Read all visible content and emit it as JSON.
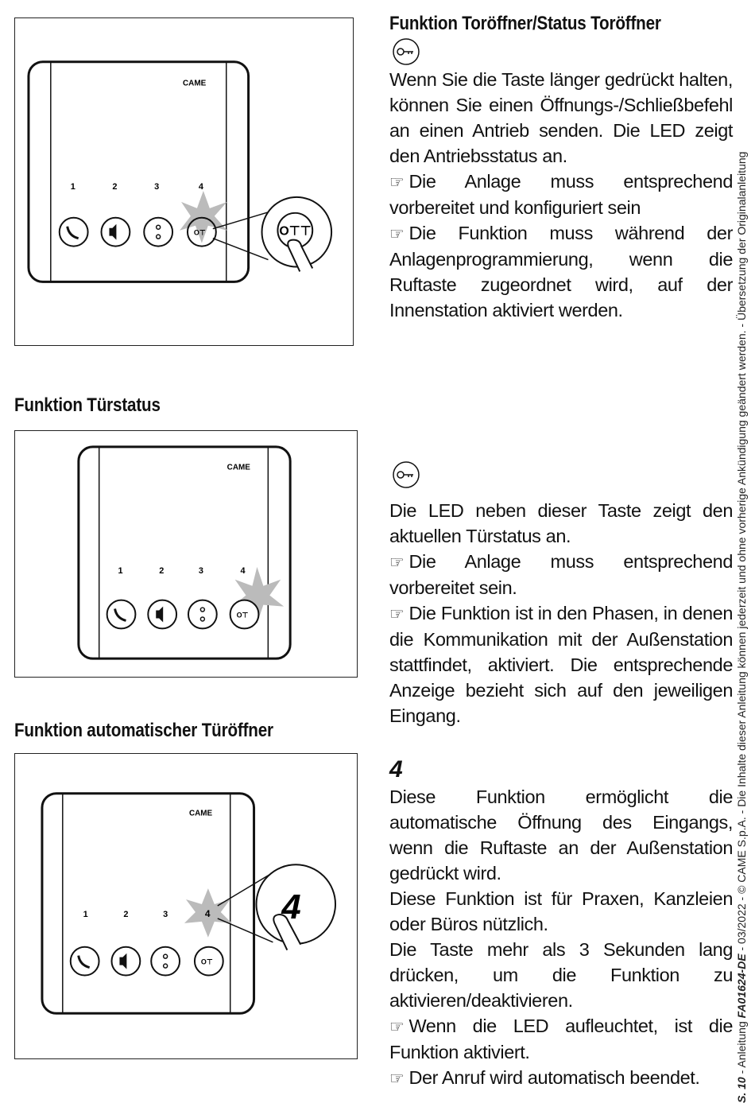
{
  "section1": {
    "title": "Funktion Toröffner/Status Toröffner",
    "body": "Wenn Sie die Taste länger gedrückt halten, können Sie einen Öffnungs-/Schließbefehl an einen Antrieb senden. Die LED zeigt den Antriebsstatus an.",
    "note1": "Die Anlage muss entsprechend vorbereitet und konfiguriert sein",
    "note2": "Die Funktion muss während der Anlagenprogrammierung, wenn die Ruftaste zugeordnet wird, auf der Innenstation aktiviert werden."
  },
  "section2": {
    "title": "Funktion Türstatus",
    "body": "Die LED neben dieser Taste zeigt den aktuellen Türstatus an.",
    "note1": "Die Anlage muss entsprechend vorbereitet sein.",
    "note2": "Die Funktion ist in den Phasen, in denen die Kommunikation mit der Außenstation stattfindet, aktiviert. Die entsprechende Anzeige bezieht sich auf den jeweiligen Eingang."
  },
  "section3": {
    "title": "Funktion automatischer Türöffner",
    "key_label": "4",
    "body1": "Diese Funktion ermöglicht die automatische Öffnung des Eingangs, wenn die Ruftaste an der Außenstation gedrückt wird.",
    "body2": "Diese Funktion ist für Praxen, Kanzleien oder Büros nützlich.",
    "body3": "Die Taste mehr als 3 Sekunden lang drücken, um die Funktion zu aktivieren/deaktivieren.",
    "note1": "Wenn die LED aufleuchtet, ist die Funktion aktiviert.",
    "note2": "Der Anruf wird automatisch beendet."
  },
  "device": {
    "brand": "CAME",
    "key_numbers": [
      "1",
      "2",
      "3",
      "4"
    ]
  },
  "note_symbol": "☞",
  "sidebar": {
    "page": "S. 10",
    "manual_prefix": "- Anleitung",
    "code": "FA01624-DE",
    "rest": "- 03/2022 - © CAME S.p.A. - Die Inhalte dieser Anleitung können jederzeit und ohne vorherige Ankündigung geändert werden. - Übersetzung der Originalanleitung"
  }
}
